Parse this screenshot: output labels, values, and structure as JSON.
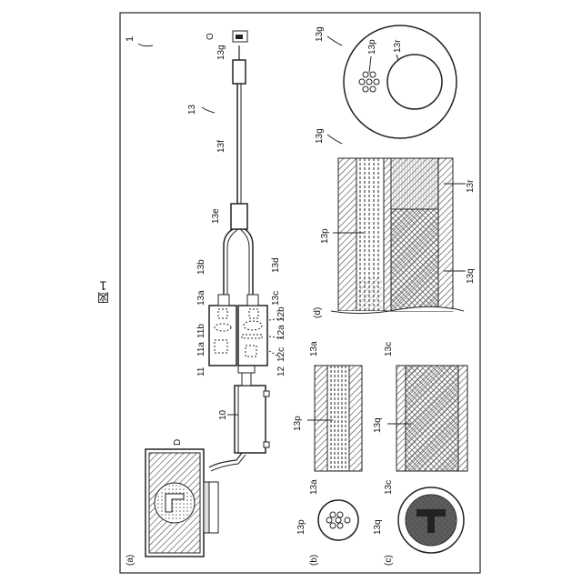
{
  "figure_title": "図１",
  "panel_labels": {
    "a": "(a)",
    "b": "(b)",
    "c": "(c)",
    "d": "(d)"
  },
  "ref_labels": {
    "system": "1",
    "display": "D",
    "object": "O",
    "controller": "10",
    "light_unit": "11",
    "sub_11a": "11a",
    "sub_11b": "11b",
    "image_unit": "12",
    "sub_12a": "12a",
    "sub_12b": "12b",
    "sub_12c": "12c",
    "fiber_13": "13",
    "f13a": "13a",
    "f13b": "13b",
    "f13c": "13c",
    "f13d": "13d",
    "f13e": "13e",
    "f13f": "13f",
    "f13g": "13g",
    "f13p": "13p",
    "f13q": "13q",
    "f13r": "13r"
  },
  "colors": {
    "ink": "#222222",
    "hatch": "#555555",
    "fill_dark": "#3a3a3a"
  }
}
